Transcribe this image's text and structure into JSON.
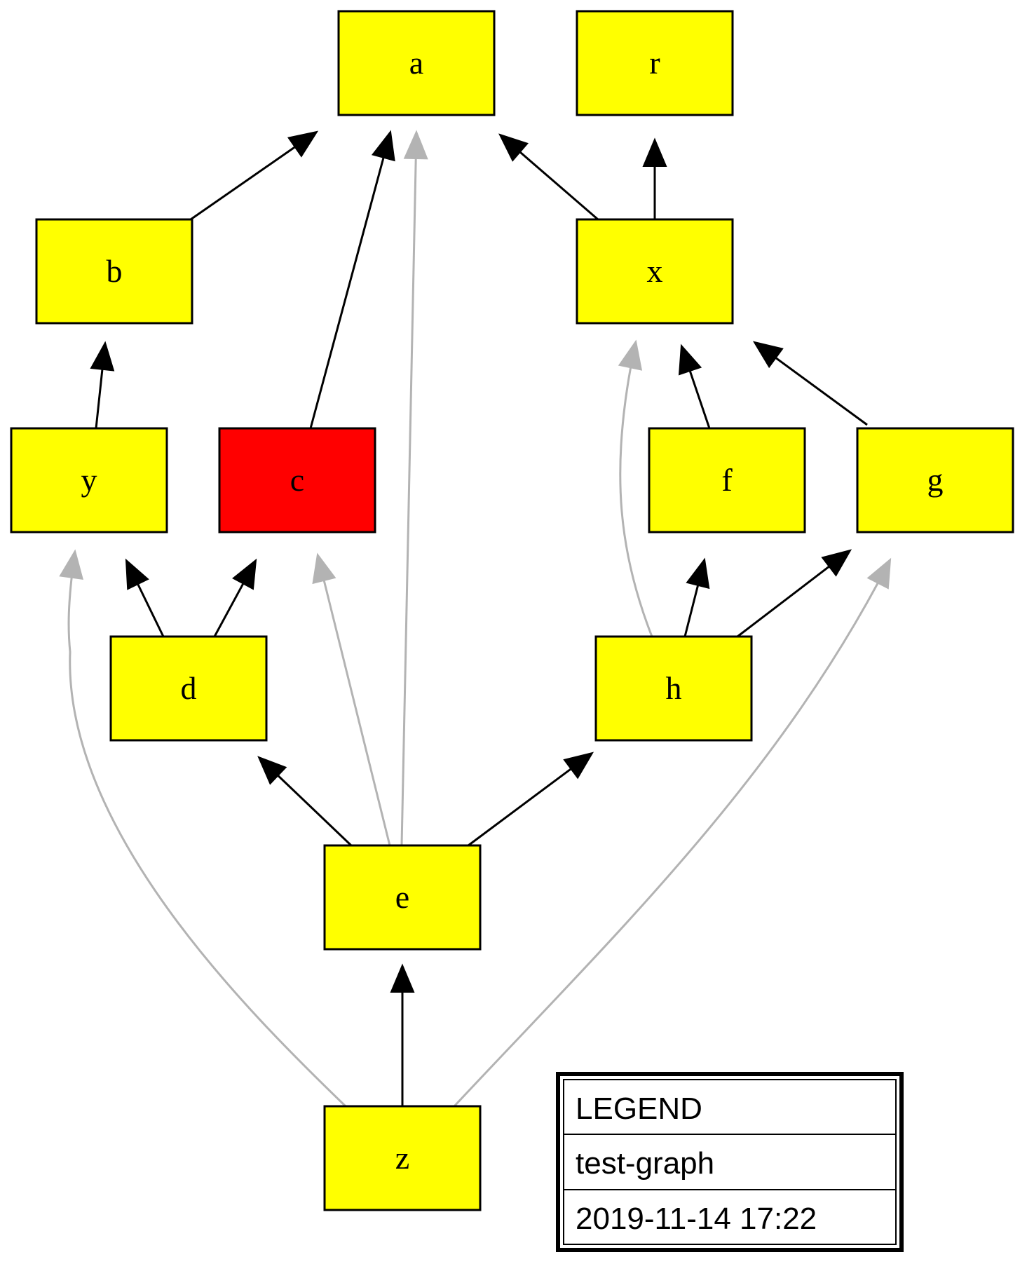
{
  "graph": {
    "nodes": [
      {
        "id": "a",
        "label": "a",
        "color": "#ffff00"
      },
      {
        "id": "r",
        "label": "r",
        "color": "#ffff00"
      },
      {
        "id": "b",
        "label": "b",
        "color": "#ffff00"
      },
      {
        "id": "x",
        "label": "x",
        "color": "#ffff00"
      },
      {
        "id": "y",
        "label": "y",
        "color": "#ffff00"
      },
      {
        "id": "c",
        "label": "c",
        "color": "#ff0000"
      },
      {
        "id": "f",
        "label": "f",
        "color": "#ffff00"
      },
      {
        "id": "g",
        "label": "g",
        "color": "#ffff00"
      },
      {
        "id": "d",
        "label": "d",
        "color": "#ffff00"
      },
      {
        "id": "h",
        "label": "h",
        "color": "#ffff00"
      },
      {
        "id": "e",
        "label": "e",
        "color": "#ffff00"
      },
      {
        "id": "z",
        "label": "z",
        "color": "#ffff00"
      }
    ],
    "edges": [
      {
        "from": "b",
        "to": "a",
        "style": "direct"
      },
      {
        "from": "c",
        "to": "a",
        "style": "direct"
      },
      {
        "from": "e",
        "to": "a",
        "style": "transitive"
      },
      {
        "from": "x",
        "to": "a",
        "style": "direct"
      },
      {
        "from": "x",
        "to": "r",
        "style": "direct"
      },
      {
        "from": "y",
        "to": "b",
        "style": "direct"
      },
      {
        "from": "h",
        "to": "x",
        "style": "transitive"
      },
      {
        "from": "f",
        "to": "x",
        "style": "direct"
      },
      {
        "from": "g",
        "to": "x",
        "style": "direct"
      },
      {
        "from": "z",
        "to": "y",
        "style": "transitive"
      },
      {
        "from": "d",
        "to": "y",
        "style": "direct"
      },
      {
        "from": "d",
        "to": "c",
        "style": "direct"
      },
      {
        "from": "e",
        "to": "c",
        "style": "transitive"
      },
      {
        "from": "h",
        "to": "f",
        "style": "direct"
      },
      {
        "from": "h",
        "to": "g",
        "style": "direct"
      },
      {
        "from": "z",
        "to": "g",
        "style": "transitive"
      },
      {
        "from": "e",
        "to": "d",
        "style": "direct"
      },
      {
        "from": "e",
        "to": "h",
        "style": "direct"
      },
      {
        "from": "z",
        "to": "e",
        "style": "direct"
      }
    ],
    "edge_colors": {
      "direct": "#000000",
      "transitive": "#b3b3b3"
    },
    "node_border_color": "#000000"
  },
  "legend": {
    "rows": [
      "LEGEND",
      "test-graph",
      "2019-11-14 17:22"
    ]
  }
}
